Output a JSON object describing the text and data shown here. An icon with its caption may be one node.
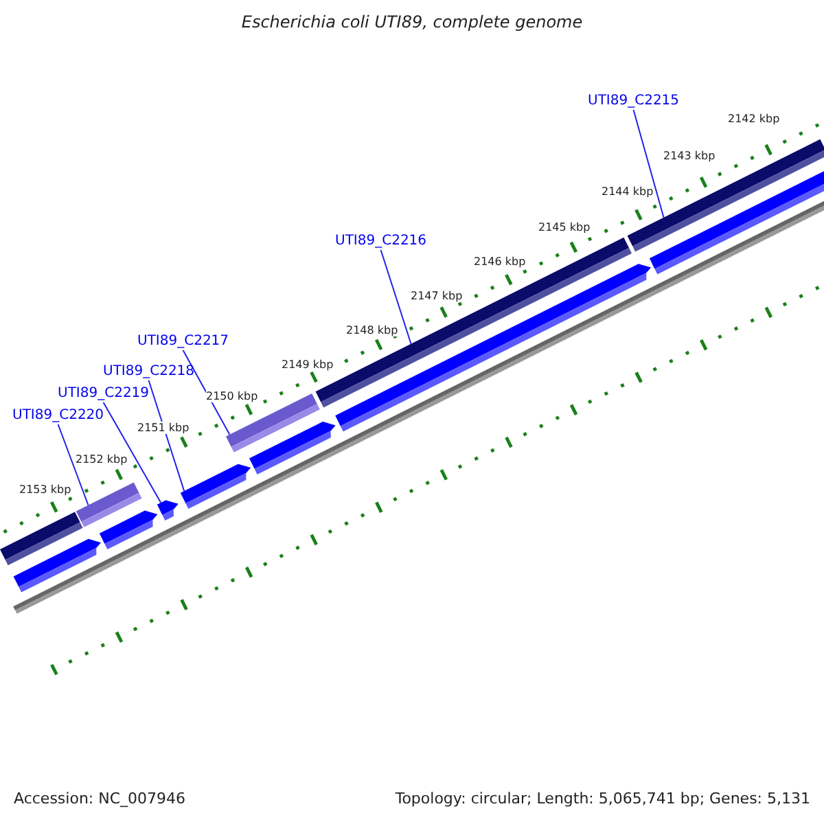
{
  "diagram": {
    "title": "Escherichia coli UTI89, complete genome",
    "nodes": [
      {
        "text": [
          "UTI89_C2215"
        ]
      },
      {
        "text": [
          "UTI89_C2216"
        ]
      },
      {
        "text": [
          "UTI89_C2217"
        ]
      },
      {
        "text": [
          "UTI89_C2218"
        ]
      },
      {
        "text": [
          "UTI89_C2219"
        ]
      },
      {
        "text": [
          "UTI89_C2220"
        ]
      },
      {
        "text": [],
        "shape": "bar"
      },
      {
        "text": [],
        "shape": "bar"
      },
      {
        "text": [],
        "shape": "bar"
      },
      {
        "text": [],
        "shape": "bar"
      },
      {
        "text": [],
        "shape": "bar"
      },
      {
        "text": [],
        "shape": "arrow"
      },
      {
        "text": [],
        "shape": "arrow"
      },
      {
        "text": [],
        "shape": "arrow"
      },
      {
        "text": [],
        "shape": "arrow"
      },
      {
        "text": [],
        "shape": "arrow"
      },
      {
        "text": [],
        "shape": "arrow"
      },
      {
        "text": [],
        "shape": "arrow"
      }
    ],
    "edges": [
      {
        "from": 0,
        "to": 10,
        "arrow": "none"
      },
      {
        "from": 1,
        "to": 9,
        "arrow": "none"
      },
      {
        "from": 2,
        "to": 8,
        "arrow": "none"
      },
      {
        "from": 3,
        "to": 14,
        "arrow": "none"
      },
      {
        "from": 4,
        "to": 13,
        "arrow": "none"
      },
      {
        "from": 5,
        "to": 7,
        "arrow": "none"
      }
    ],
    "labels": [
      "2142 kbp",
      "2143 kbp",
      "2144 kbp",
      "2145 kbp",
      "2146 kbp",
      "2147 kbp",
      "2148 kbp",
      "2149 kbp",
      "2150 kbp",
      "2151 kbp",
      "2152 kbp",
      "2153 kbp",
      "Accession: NC_007946",
      "Topology: circular; Length: 5,065,741 bp; Genes: 5,131"
    ]
  }
}
